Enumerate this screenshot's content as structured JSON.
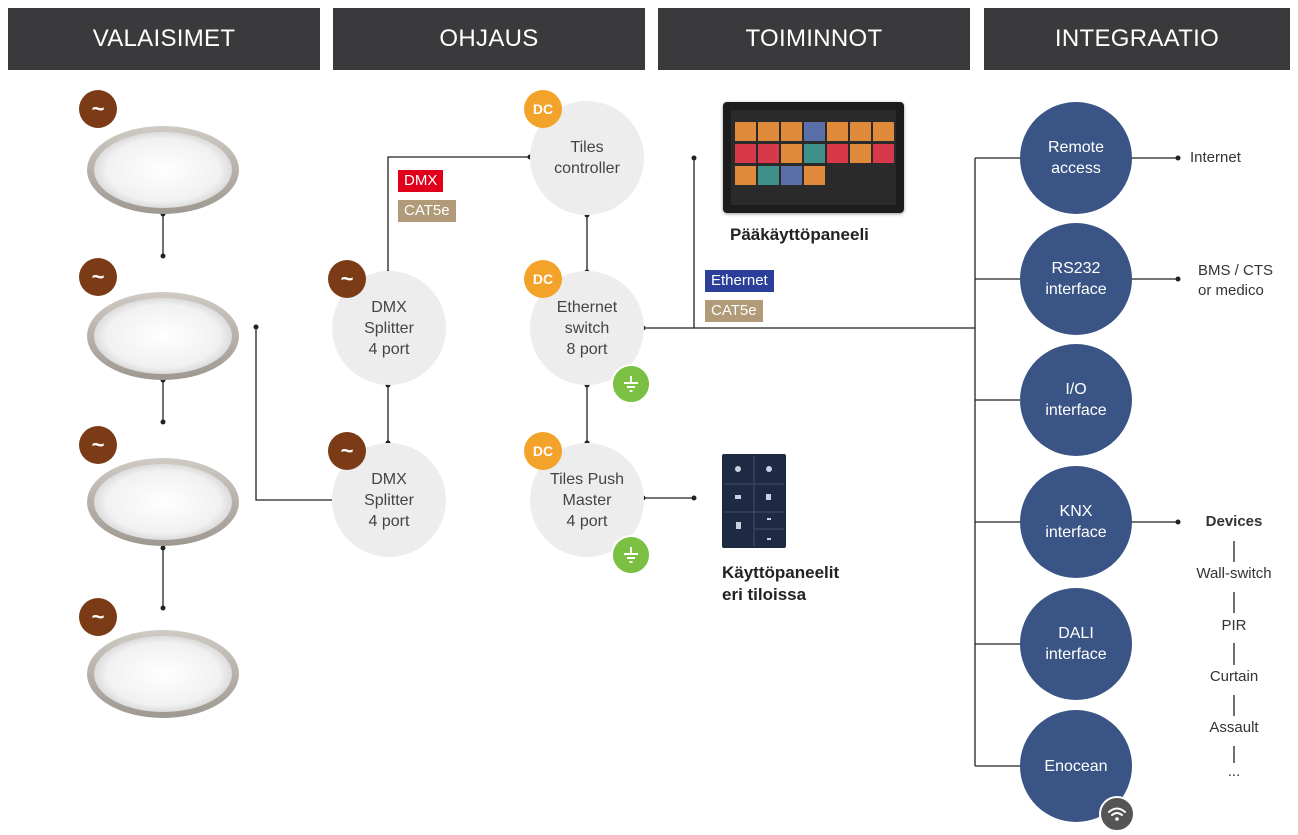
{
  "headers": [
    "VALAISIMET",
    "OHJAUS",
    "TOIMINNOT",
    "INTEGRAATIO"
  ],
  "badges": {
    "ac_symbol": "~",
    "dc_label": "DC"
  },
  "ohjaus_nodes": {
    "dmx_splitter_1": "DMX\nSplitter\n4 port",
    "dmx_splitter_2": "DMX\nSplitter\n4 port",
    "tiles_controller": "Tiles\ncontroller",
    "ethernet_switch": "Ethernet\nswitch\n8 port",
    "tiles_push_master": "Tiles Push\nMaster\n4 port"
  },
  "cable_tags": {
    "dmx": "DMX",
    "cat5e_dmx": "CAT5e",
    "ethernet": "Ethernet",
    "cat5e_eth": "CAT5e"
  },
  "panels": {
    "main": "Pääkäyttöpaneeli",
    "room": "Käyttöpaneelit\neri tiloissa"
  },
  "integration_nodes": [
    "Remote\naccess",
    "RS232\ninterface",
    "I/O\ninterface",
    "KNX\ninterface",
    "DALI\ninterface",
    "Enocean"
  ],
  "integration_targets": {
    "internet": "Internet",
    "bms_1": "BMS / CTS",
    "bms_2": "or medico"
  },
  "devices": {
    "title": "Devices",
    "items": [
      "Wall-switch",
      "PIR",
      "Curtain",
      "Assault",
      "..."
    ]
  },
  "colors": {
    "header_bg": "#3a3a3c",
    "integration_node": "#3a5585",
    "ac_badge": "#7a3b16",
    "dc_badge": "#f3a22a",
    "ground_badge": "#7bc043",
    "dmx": "#e0001b",
    "cat5e": "#b09a78",
    "ethernet": "#2a3e9a"
  },
  "icons": {
    "ground": "ground-icon",
    "wifi": "wifi-icon",
    "ac": "ac-power-icon"
  }
}
